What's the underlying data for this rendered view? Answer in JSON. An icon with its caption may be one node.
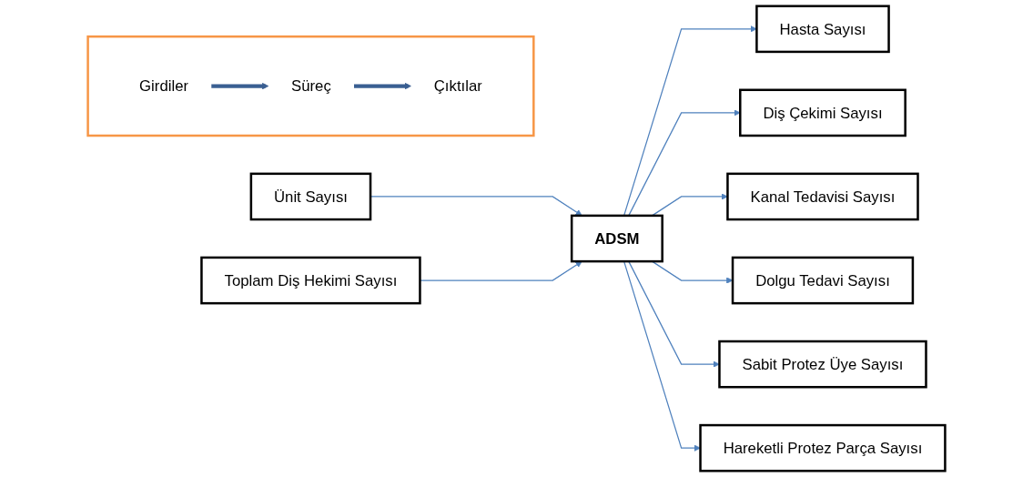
{
  "diagram": {
    "nodes": [
      {
        "text": [],
        "shape": "box"
      },
      {
        "text": [
          "Girdiler"
        ],
        "in": 0
      },
      {
        "text": [
          "Süreç"
        ],
        "in": 0
      },
      {
        "text": [
          "Çıktılar"
        ],
        "in": 0
      },
      {
        "text": [
          "Ünit Sayısı"
        ]
      },
      {
        "text": [
          "Toplam Diş Hekimi Sayısı"
        ]
      },
      {
        "text": [
          "ADSM"
        ]
      },
      {
        "text": [
          "Hasta Sayısı"
        ]
      },
      {
        "text": [
          "Diş Çekimi Sayısı"
        ]
      },
      {
        "text": [
          "Kanal Tedavisi Sayısı"
        ]
      },
      {
        "text": [
          "Dolgu Tedavi Sayısı"
        ]
      },
      {
        "text": [
          "Sabit Protez Üye Sayısı"
        ]
      },
      {
        "text": [
          "Hareketli Protez Parça Sayısı"
        ]
      }
    ],
    "edges": [
      {
        "from": 1,
        "to": 2,
        "arrow": "to",
        "style": "thick",
        "color": "#3a5f92"
      },
      {
        "from": 2,
        "to": 3,
        "arrow": "to",
        "style": "thick",
        "color": "#3a5f92"
      },
      {
        "from": 4,
        "to": 6,
        "arrow": "to"
      },
      {
        "from": 5,
        "to": 6,
        "arrow": "to"
      },
      {
        "from": 6,
        "to": 7,
        "arrow": "to"
      },
      {
        "from": 6,
        "to": 8,
        "arrow": "to"
      },
      {
        "from": 6,
        "to": 9,
        "arrow": "to"
      },
      {
        "from": 6,
        "to": 10,
        "arrow": "to"
      },
      {
        "from": 6,
        "to": 11,
        "arrow": "to"
      },
      {
        "from": 6,
        "to": 12,
        "arrow": "to"
      }
    ]
  }
}
